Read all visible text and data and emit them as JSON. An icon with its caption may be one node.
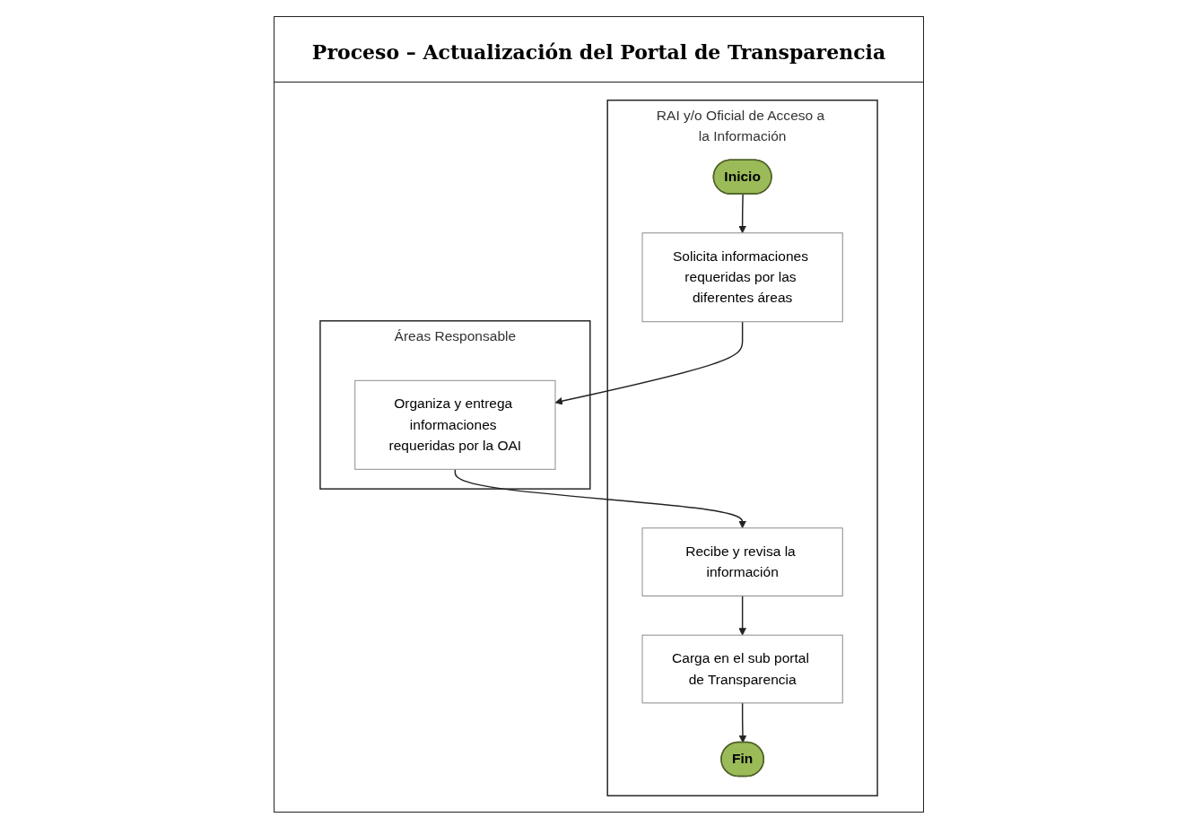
{
  "diagram": {
    "title": "Proceso – Actualización del Portal de Transparencia",
    "nodes": [
      {
        "text": [
          "RAI y/o Oficial de Acceso a la Información"
        ]
      },
      {
        "text": [
          "Áreas Responsable"
        ]
      },
      {
        "text": [
          "Inicio"
        ],
        "in": 0
      },
      {
        "text": [
          "Solicita informaciones requeridas por las diferentes áreas"
        ],
        "in": 0
      },
      {
        "text": [
          "Organiza y entrega informaciones requeridas por la OAI"
        ],
        "in": 1
      },
      {
        "text": [
          "Recibe y revisa la información"
        ],
        "in": 0
      },
      {
        "text": [
          "Carga en el sub portal de Transparencia"
        ],
        "in": 0
      },
      {
        "text": [
          "Fin"
        ],
        "in": 0
      }
    ],
    "edges": [
      {
        "from": 2,
        "to": 3,
        "arrow": "to"
      },
      {
        "from": 3,
        "to": 4,
        "arrow": "to"
      },
      {
        "from": 4,
        "to": 5,
        "arrow": "to"
      },
      {
        "from": 5,
        "to": 6,
        "arrow": "to"
      },
      {
        "from": 6,
        "to": 7,
        "arrow": "to"
      }
    ]
  }
}
